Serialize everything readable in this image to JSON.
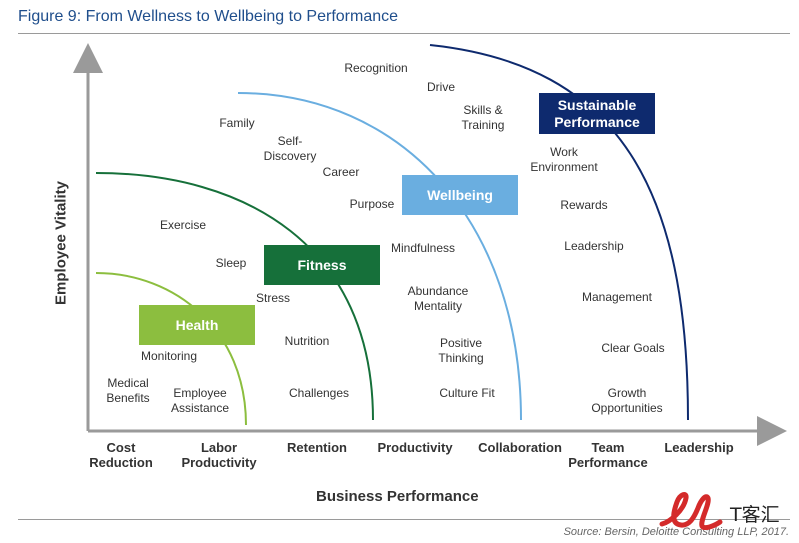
{
  "title": "Figure 9: From Wellness to Wellbeing to Performance",
  "source": "Source: Bersin, Deloitte Consulting LLP, 2017.",
  "y_axis_title": "Employee Vitality",
  "x_axis_title": "Business Performance",
  "x_ticks": [
    "Cost\nReduction",
    "Labor\nProductivity",
    "Retention",
    "Productivity",
    "Collaboration",
    "Team\nPerformance",
    "Leadership"
  ],
  "stages": [
    {
      "label": "Health",
      "color": "#8cbe3f"
    },
    {
      "label": "Fitness",
      "color": "#16703a"
    },
    {
      "label": "Wellbeing",
      "color": "#6aaee0"
    },
    {
      "label": "Sustainable\nPerformance",
      "color": "#0e2a6e"
    }
  ],
  "items": [
    "Recognition",
    "Drive",
    "Skills &\nTraining",
    "Family",
    "Self-\nDiscovery",
    "Career",
    "Purpose",
    "Work\nEnvironment",
    "Rewards",
    "Exercise",
    "Mindfulness",
    "Leadership",
    "Sleep",
    "Stress",
    "Abundance\nMentality",
    "Management",
    "Monitoring",
    "Nutrition",
    "Positive\nThinking",
    "Clear Goals",
    "Medical\nBenefits",
    "Employee\nAssistance",
    "Challenges",
    "Culture Fit",
    "Growth\nOpportunities"
  ],
  "logo_text": "T客汇",
  "colors": {
    "title": "#1f4e8c",
    "axis": "#9a9a9a",
    "logo": "#d42a2a"
  }
}
